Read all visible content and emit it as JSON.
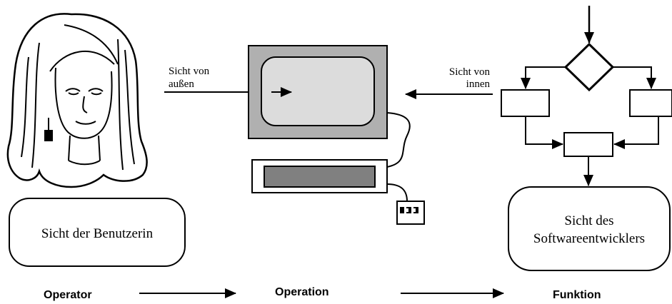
{
  "labels": {
    "view_outside_line1": "Sicht von",
    "view_outside_line2": "außen",
    "view_inside_line1": "Sicht von",
    "view_inside_line2": "innen",
    "user_view": "Sicht der Benutzerin",
    "dev_view_line1": "Sicht des",
    "dev_view_line2": "Softwareentwicklers"
  },
  "footer": {
    "left": "Operator",
    "center": "Operation",
    "right": "Funktion"
  },
  "icons": {
    "woman": "woman-portrait-icon",
    "computer": "computer-terminal-icon",
    "keyboard": "keyboard-icon",
    "mouse": "mouse-icon",
    "flowchart": "flowchart-icon"
  }
}
